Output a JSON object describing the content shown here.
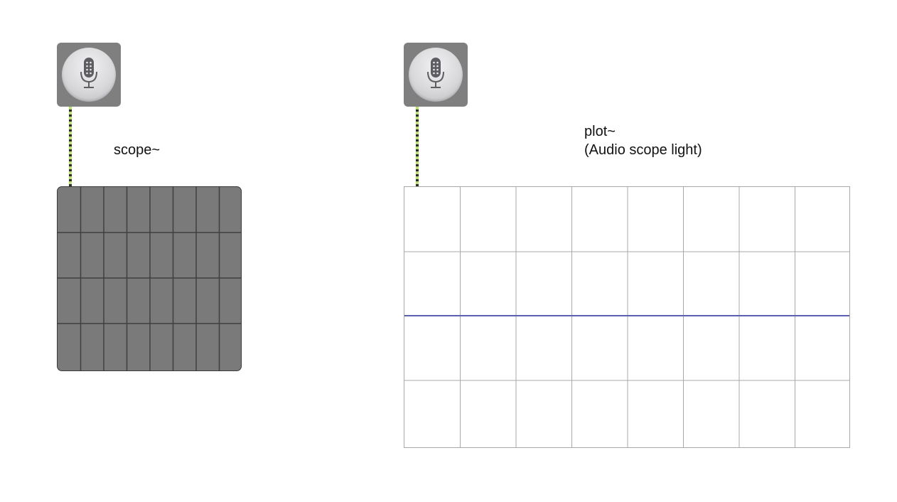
{
  "left_section": {
    "label": "scope~",
    "input_icon": "microphone-icon"
  },
  "right_section": {
    "label_line1": "plot~",
    "label_line2": "(Audio scope light)",
    "input_icon": "microphone-icon"
  },
  "colors": {
    "patchcord_signal": "#b9e06a",
    "scope_background": "#7a7a7a",
    "scope_grid": "#3f3f3f",
    "plot_grid": "#a8a8a8",
    "plot_trace": "#5a5fb0",
    "ezdac_body": "#7f7f7f"
  }
}
